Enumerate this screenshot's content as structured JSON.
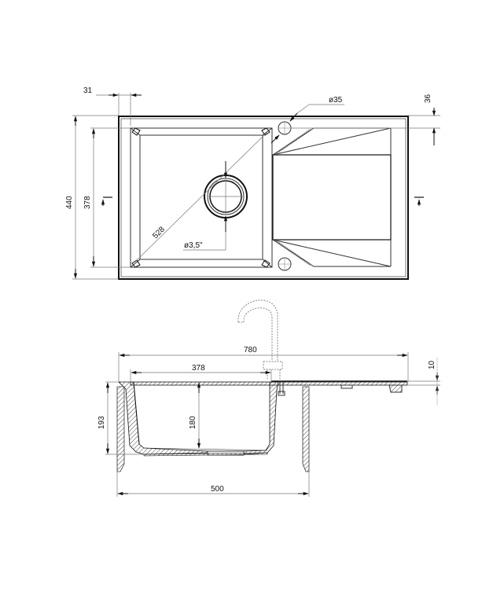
{
  "drawing": {
    "type": "kitchen sink with drainboard — technical drawing",
    "views": [
      "top-view",
      "side-section-view"
    ],
    "colors": {
      "line": "#111111",
      "thin": "#777777",
      "hatch": "#444444",
      "background": "#ffffff"
    }
  },
  "top_view": {
    "dimensions": {
      "offset_left": "31",
      "overall_depth": "440",
      "bowl_depth": "378",
      "bowl_diagonal": "528",
      "drain_diameter": "ø3,5\"",
      "tap_hole_diameter": "ø35",
      "tap_hole_offset": "36"
    }
  },
  "side_view": {
    "dimensions": {
      "overall_width": "780",
      "bowl_width": "378",
      "bowl_depth": "180",
      "total_height": "193",
      "rim_thickness": "10",
      "cabinet_width": "500"
    }
  }
}
